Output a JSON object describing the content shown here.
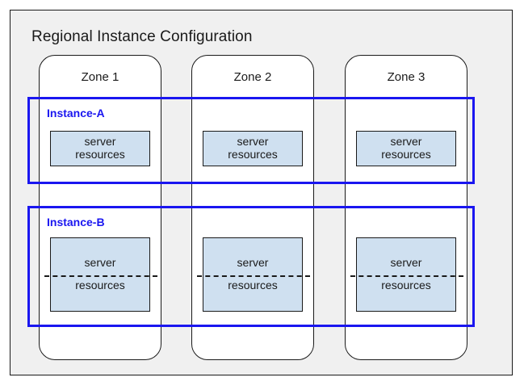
{
  "diagram": {
    "title": "Regional Instance Configuration",
    "colors": {
      "frame_background": "#f0f0f0",
      "frame_border": "#1a1a1a",
      "zone_card_background": "#ffffff",
      "instance_border": "#1a16f0",
      "instance_label": "#1a16f0",
      "resource_fill": "#cfe0f0",
      "resource_border": "#1a1a1a",
      "text": "#1a1a1a"
    },
    "zones": [
      {
        "label": "Zone 1"
      },
      {
        "label": "Zone 2"
      },
      {
        "label": "Zone 3"
      }
    ],
    "instances": [
      {
        "label": "Instance-A",
        "divided": false,
        "resources": [
          {
            "line1": "server",
            "line2": "resources"
          },
          {
            "line1": "server",
            "line2": "resources"
          },
          {
            "line1": "server",
            "line2": "resources"
          }
        ]
      },
      {
        "label": "Instance-B",
        "divided": true,
        "resources": [
          {
            "line1": "server",
            "line2": "resources"
          },
          {
            "line1": "server",
            "line2": "resources"
          },
          {
            "line1": "server",
            "line2": "resources"
          }
        ]
      }
    ]
  }
}
